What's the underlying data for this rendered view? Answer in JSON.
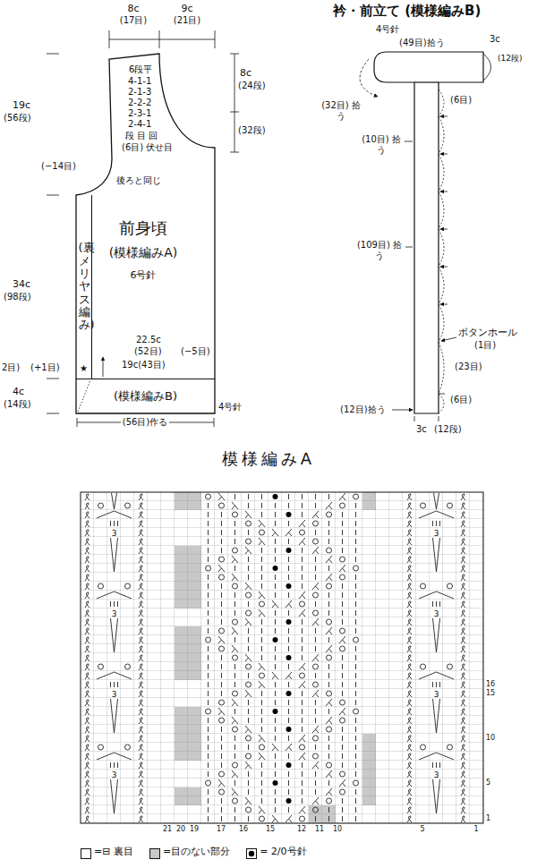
{
  "diagram": {
    "nodes": [
      {
        "text": [
          "前身頃",
          "(模様編みA)",
          "6号針"
        ]
      },
      {
        "text": [
          "(裏メリヤス編み)"
        ],
        "in": 0
      },
      {
        "text": [
          "(模様編みB)"
        ],
        "in": 0
      }
    ],
    "labels": [
      "8c",
      "(17目)",
      "9c",
      "(21目)",
      "19c",
      "(56段)",
      "8c",
      "(24段)",
      "(32段)",
      "6段平",
      "4-1-1",
      "2-1-3",
      "2-2-2",
      "2-3-1",
      "2-4-1",
      "段 目 回",
      "(6目) 伏せ目",
      "(−14目)",
      "後ろと同じ",
      "34c",
      "(98段)",
      "22.5c",
      "(52目)",
      "(−5目)",
      "19c(43目)",
      "(+1目)",
      "2目)",
      "★",
      "4c",
      "(14段)",
      "4号針",
      "(56目)作る",
      "衿・前立て (模様編みB)",
      "4号針",
      "(49目)拾う",
      "3c",
      "(12段)",
      "(32目) 拾う",
      "(6目)",
      "(10目) 拾う",
      "(109目) 拾う",
      "ボタンホール",
      "(1目)",
      "(23目)",
      "(6目)",
      "(12目)拾う",
      "3c",
      "(12段)",
      "模様編みA",
      "21",
      "20",
      "19",
      "17",
      "16",
      "15",
      "12",
      "11",
      "10",
      "5",
      "1",
      "1",
      "5",
      "10",
      "15",
      "16",
      "3",
      "3",
      "3",
      "3",
      "3",
      "3",
      "3",
      "3"
    ],
    "legend": [
      {
        "text": "=⊟ 裏目",
        "color": "#ffffff"
      },
      {
        "text": "=目のない部分",
        "color": "#c8c8c8"
      },
      {
        "text": "= 2/0号針"
      }
    ]
  }
}
